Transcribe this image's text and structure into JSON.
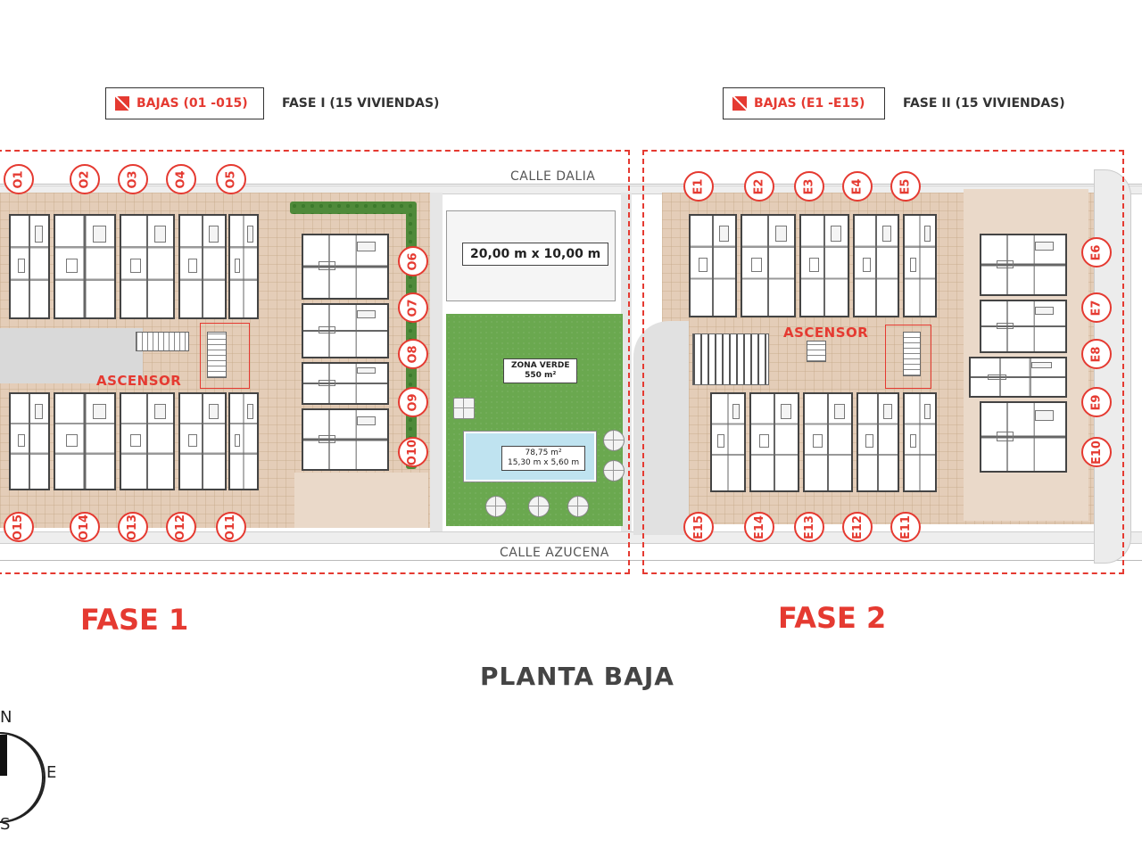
{
  "legend": {
    "phase1": {
      "label": "BAJAS (01 -015)",
      "info": "FASE I (15 VIVIENDAS)"
    },
    "phase2": {
      "label": "BAJAS (E1 -E15)",
      "info": "FASE II (15 VIVIENDAS)"
    },
    "color": "#e53a31"
  },
  "streets": {
    "north": "CALLE DALIA",
    "south": "CALLE AZUCENA"
  },
  "phase1": {
    "top_units": [
      "O1",
      "O2",
      "O3",
      "O4",
      "O5"
    ],
    "right_units": [
      "O6",
      "O7",
      "O8",
      "O9",
      "O10"
    ],
    "bottom_units": [
      "O15",
      "O14",
      "O13",
      "O12",
      "O11"
    ],
    "elevator": "ASCENSOR",
    "title": "FASE 1"
  },
  "phase2": {
    "top_units": [
      "E1",
      "E2",
      "E3",
      "E4",
      "E5"
    ],
    "right_units": [
      "E6",
      "E7",
      "E8",
      "E9",
      "E10"
    ],
    "bottom_units": [
      "E15",
      "E14",
      "E13",
      "E12",
      "E11"
    ],
    "elevator": "ASCENSOR",
    "title": "FASE 2"
  },
  "amenities": {
    "court": "20,00 m x 10,00 m",
    "green_zone": {
      "line1": "ZONA VERDE",
      "line2": "550 m²"
    },
    "pool": {
      "line1": "78,75 m²",
      "line2": "15,30 m x 5,60 m"
    }
  },
  "plan_title": "PLANTA BAJA",
  "compass": {
    "north": "N",
    "east": "E",
    "south": "S"
  },
  "colors": {
    "accent": "#e53a31",
    "green": "#6aa84f",
    "courtyard": "#e4cdb8",
    "pool": "#bfe3f0"
  }
}
